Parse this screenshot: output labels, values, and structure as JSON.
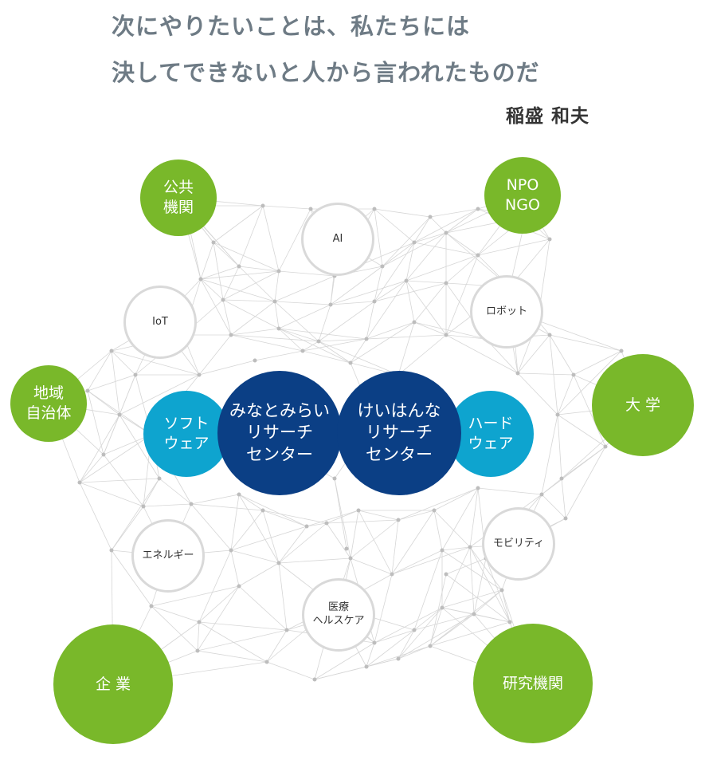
{
  "quote": {
    "line1": "次にやりたいことは、私たちには",
    "line2": "決してできないと人から言われたものだ",
    "author": "稲盛 和夫"
  },
  "nodes": {
    "public_agency": "公共\n機関",
    "npo_ngo": "NPO\nNGO",
    "local_government": "地域\n自治体",
    "university": "大 学",
    "company": "企 業",
    "research_institute": "研究機関",
    "ai": "AI",
    "iot": "IoT",
    "robot": "ロボット",
    "energy": "エネルギー",
    "mobility": "モビリティ",
    "healthcare": "医療\nヘルスケア",
    "software": "ソフト\nウェア",
    "hardware": "ハード\nウェア",
    "minatomirai_center": "みなとみらい\nリサーチ\nセンター",
    "keihanna_center": "けいはんな\nリサーチ\nセンター"
  },
  "colors": {
    "green": "#79b82a",
    "cyan": "#0ea4cf",
    "navy": "#0b3f85",
    "outline": "#d9d9d9",
    "network_line": "#d6d6d6",
    "network_dot": "#bdbdbd",
    "quote_text": "#6e7b85"
  }
}
